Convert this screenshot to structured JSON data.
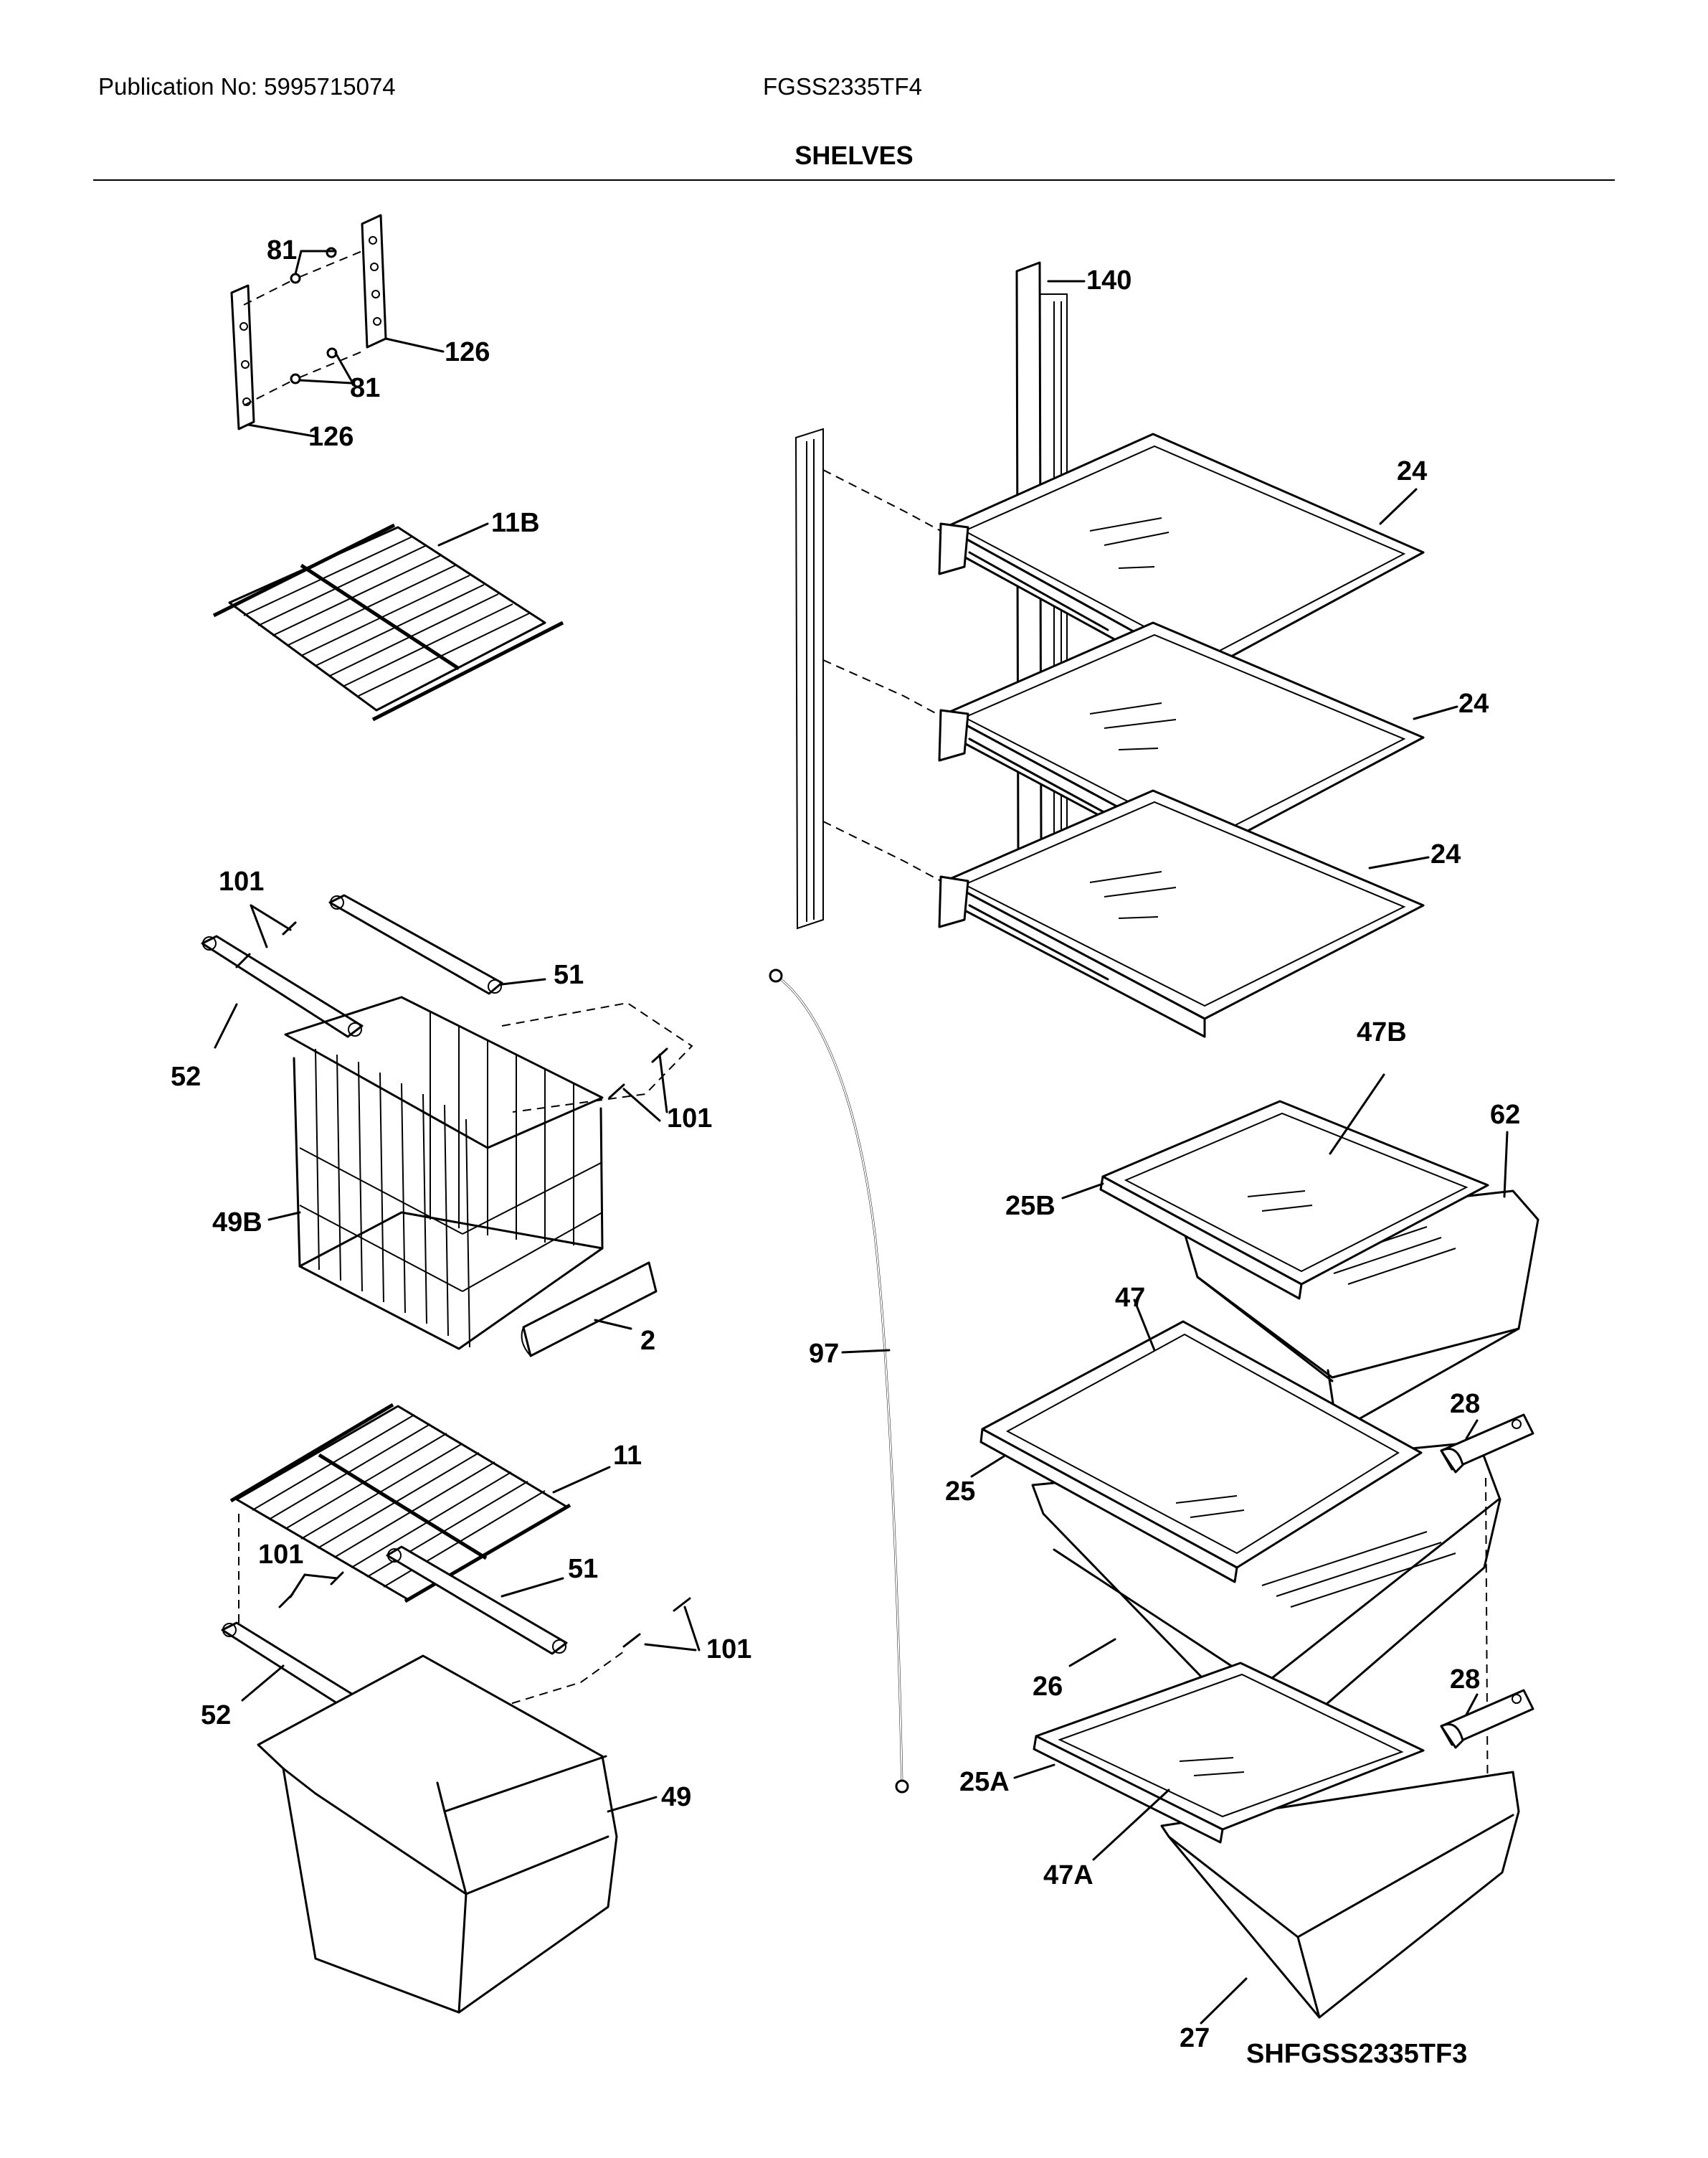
{
  "header": {
    "publication": "Publication No: 5995715074",
    "model": "FGSS2335TF4",
    "title": "SHELVES"
  },
  "diagram_code": "SHFGSS2335TF3",
  "callouts": {
    "c81a": "81",
    "c81b": "81",
    "c126a": "126",
    "c126b": "126",
    "c140": "140",
    "c11b": "11B",
    "c24a": "24",
    "c24b": "24",
    "c24c": "24",
    "c101a": "101",
    "c51a": "51",
    "c52a": "52",
    "c101b": "101",
    "c49b": "49B",
    "c2": "2",
    "c47b": "47B",
    "c62": "62",
    "c25b": "25B",
    "c97": "97",
    "c47": "47",
    "c28a": "28",
    "c25": "25",
    "c11": "11",
    "c101c": "101",
    "c51b": "51",
    "c101d": "101",
    "c52b": "52",
    "c49": "49",
    "c26": "26",
    "c28b": "28",
    "c25a": "25A",
    "c47a": "47A",
    "c27": "27"
  }
}
